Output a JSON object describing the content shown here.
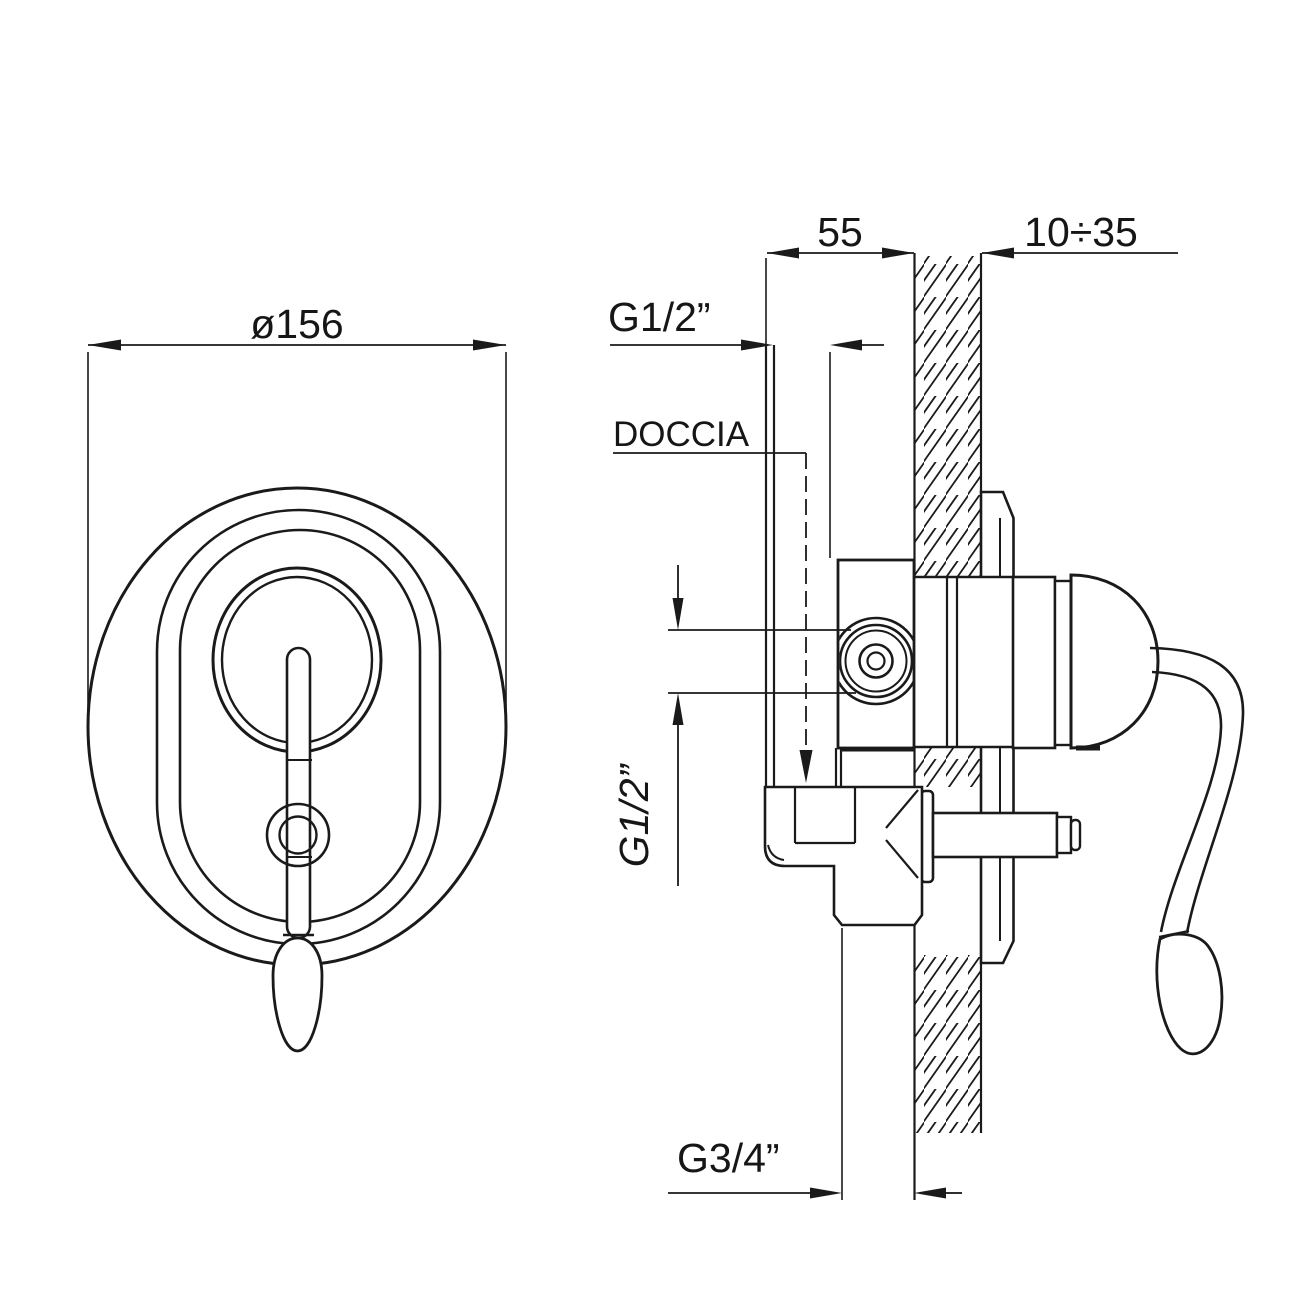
{
  "document": {
    "type": "technical-installation-drawing",
    "background_color": "#ffffff",
    "line_color": "#1a1a1a"
  },
  "views": {
    "front": {
      "diameter_label": "ø156",
      "diameter_mm": 156
    },
    "side": {
      "labels": {
        "depth": "55",
        "wall_finish_range": "10÷35",
        "top_connection_thread": "G1/2”",
        "shower_outlet": "DOCCIA",
        "side_connection_thread": "G1/2”",
        "bottom_connection_thread": "G3/4”"
      },
      "values": {
        "depth_mm": 55,
        "wall_finish_min_mm": 10,
        "wall_finish_max_mm": 35
      }
    }
  }
}
